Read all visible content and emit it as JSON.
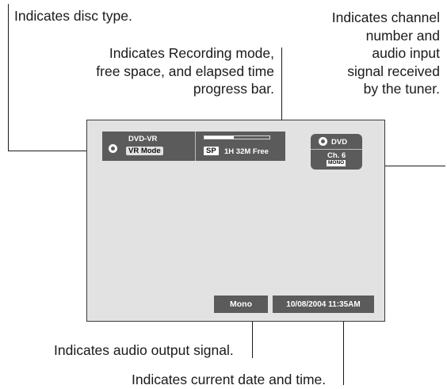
{
  "callouts": {
    "disc_type": "Indicates disc type.",
    "recording_mode": [
      "Indicates Recording mode,",
      "free space, and elapsed time",
      "progress bar."
    ],
    "channel": [
      "Indicates channel",
      "number and",
      "audio input",
      "signal received",
      "by the tuner."
    ],
    "audio_output": "Indicates audio output signal.",
    "date_time": "Indicates current date and time."
  },
  "osd": {
    "disc_label": "DVD-VR",
    "mode_label": "VR Mode",
    "record_mode": "SP",
    "free_space": "1H 32M Free",
    "progress_fraction": 0.45,
    "source": "DVD",
    "channel": "Ch. 6",
    "tuner_audio": "MONO",
    "audio_output": "Mono",
    "datetime": "10/08/2004 11:35AM"
  },
  "colors": {
    "screen": "#e2e2e2",
    "osd_panel": "#5b5b5b",
    "leader_line": "#1a1a1a"
  }
}
